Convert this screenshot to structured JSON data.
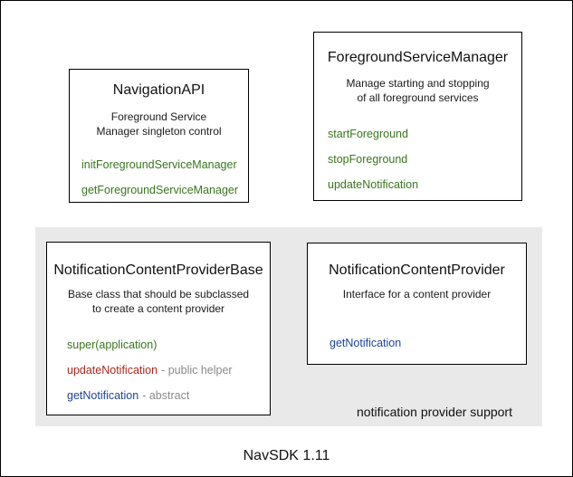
{
  "colors": {
    "method_green": "#38761d",
    "method_red": "#a82a1d",
    "method_blue": "#1e4396",
    "note_gray": "#8a8a8a",
    "group_bg": "#e9e9e9",
    "box_border": "#000000"
  },
  "diagram": {
    "boxes": [
      {
        "title": "NavigationAPI",
        "subtitle": "Foreground Service\nManager singleton control",
        "methods": [
          {
            "name": "initForegroundServiceManager",
            "color": "green",
            "note": ""
          },
          {
            "name": "getForegroundServiceManager",
            "color": "green",
            "note": ""
          }
        ]
      },
      {
        "title": "ForegroundServiceManager",
        "subtitle": "Manage starting and stopping\nof all foreground services",
        "methods": [
          {
            "name": "startForeground",
            "color": "green",
            "note": ""
          },
          {
            "name": "stopForeground",
            "color": "green",
            "note": ""
          },
          {
            "name": "updateNotification",
            "color": "green",
            "note": ""
          }
        ]
      },
      {
        "title": "NotificationContentProviderBase",
        "subtitle": "Base class that should be subclassed\nto create a content provider",
        "methods": [
          {
            "name": "super(application)",
            "color": "green",
            "note": ""
          },
          {
            "name": "updateNotification",
            "color": "red",
            "note": "- public helper"
          },
          {
            "name": "getNotification",
            "color": "blue",
            "note": "- abstract"
          }
        ]
      },
      {
        "title": "NotificationContentProvider",
        "subtitle": "Interface for a content provider",
        "methods": [
          {
            "name": "getNotification",
            "color": "blue",
            "note": ""
          }
        ]
      }
    ],
    "group_label": "notification provider support",
    "footer": "NavSDK 1.11"
  }
}
